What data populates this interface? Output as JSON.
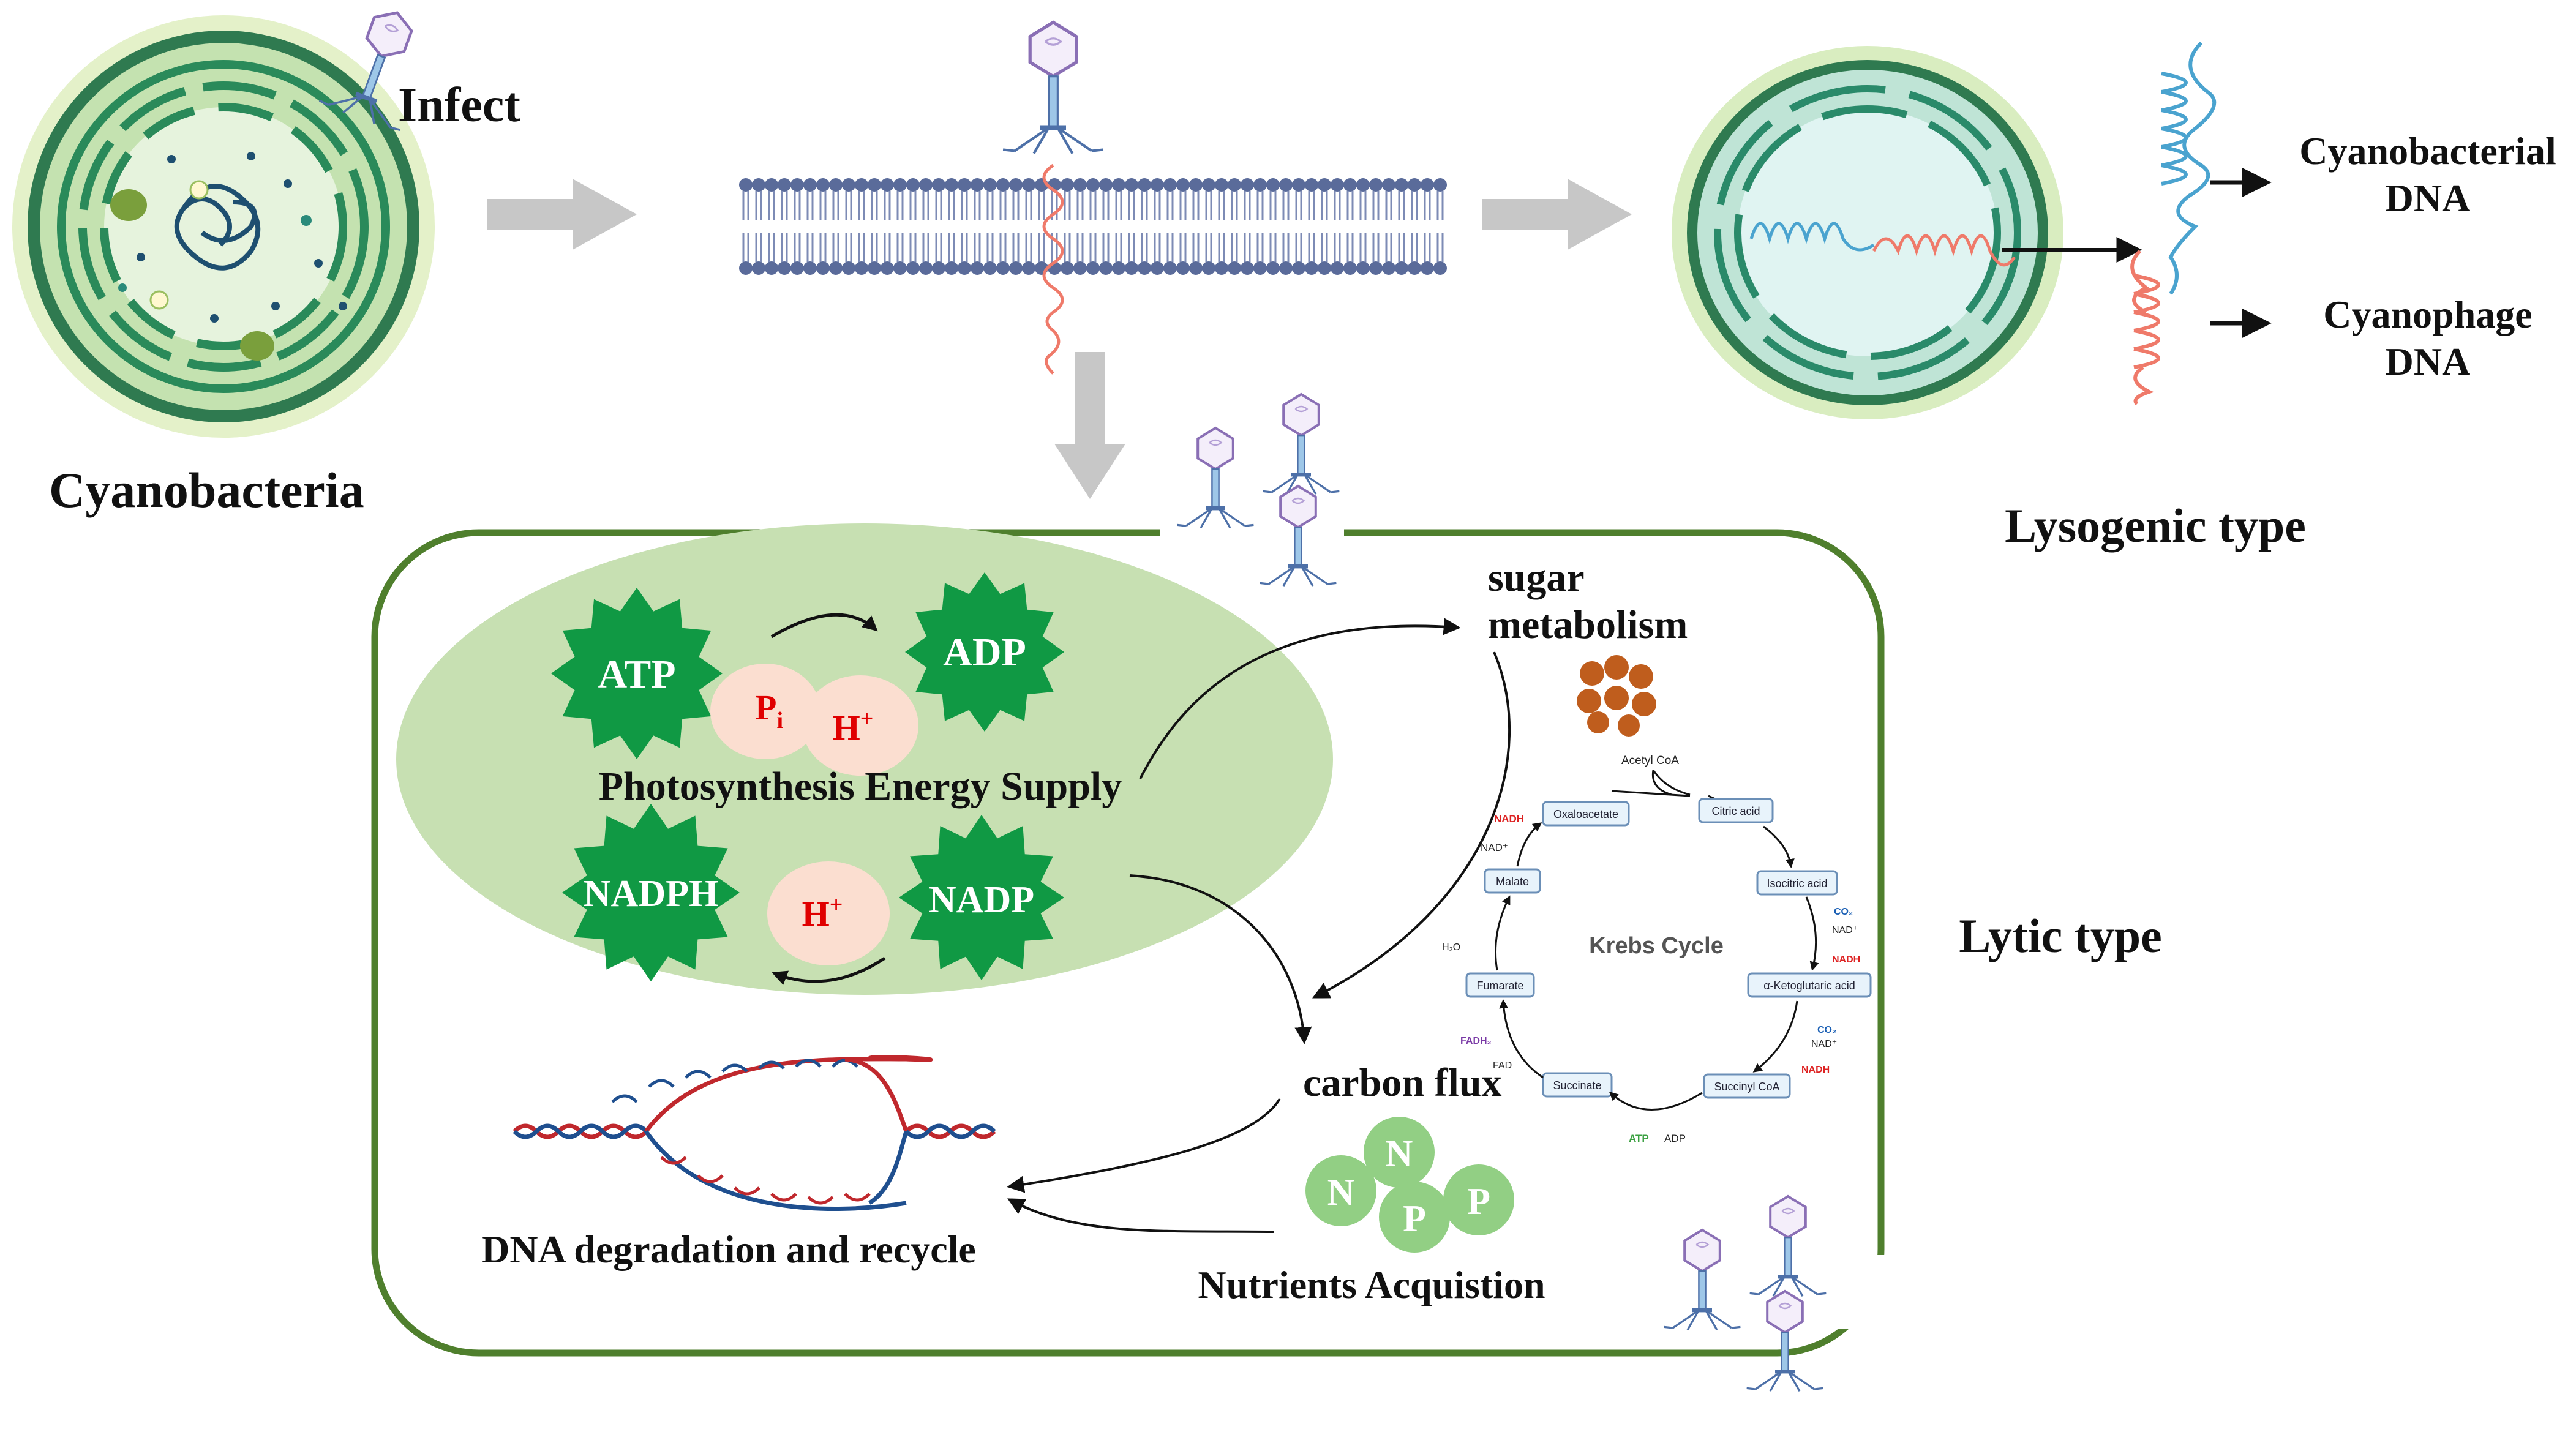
{
  "labels": {
    "infect": "Infect",
    "cyanobacteria": "Cyanobacteria",
    "lysogenic_type": "Lysogenic type",
    "lytic_type": "Lytic type",
    "cyanobacterial_dna_1": "Cyanobacterial",
    "cyanobacterial_dna_2": "DNA",
    "cyanophage_dna_1": "Cyanophage",
    "cyanophage_dna_2": "DNA",
    "sugar_metabolism_1": "sugar",
    "sugar_metabolism_2": "metabolism",
    "carbon_flux": "carbon flux",
    "nutrients": "Nutrients Acquistion",
    "dna_degradation": "DNA degradation and recycle",
    "photosynthesis": "Photosynthesis Energy Supply"
  },
  "energy": {
    "atp": "ATP",
    "adp": "ADP",
    "nadph": "NADPH",
    "nadp": "NADP",
    "pi": "P",
    "pi_sub": "i",
    "h_plus_1": "H",
    "h_plus_2": "H",
    "plus": "+"
  },
  "nutrient_letters": {
    "n1": "N",
    "n2": "N",
    "p1": "P",
    "p2": "P"
  },
  "krebs": {
    "title": "Krebs Cycle",
    "acetyl_coa": "Acetyl CoA",
    "citric_acid": "Citric acid",
    "isocitric_acid": "Isocitric acid",
    "ketoglutaric_acid": "α-Ketoglutaric acid",
    "succinyl_coa": "Succinyl CoA",
    "succinate": "Succinate",
    "fumarate": "Fumarate",
    "malate": "Malate",
    "oxaloacetate": "Oxaloacetate",
    "nadh_1": "NADH",
    "nad_1": "NAD⁺",
    "co2_1": "CO₂",
    "nad_2": "NAD⁺",
    "nadh_2": "NADH",
    "co2_2": "CO₂",
    "nad_3": "NAD⁺",
    "nadh_3": "NADH",
    "atp": "ATP",
    "adp": "ADP",
    "fadh2": "FADH₂",
    "fad": "FAD",
    "h2o": "H₂O"
  },
  "colors": {
    "green_border": "#4f7f2d",
    "oval_fill": "#c7e0b2",
    "star_green": "#109944",
    "pale_pink": "#fbded0",
    "red_text": "#e00000",
    "nutrient_green": "#92cf84",
    "sugar_brown": "#bf5d1d",
    "gray_arrow": "#bdbdbd",
    "membrane_blue": "#5a6b9a",
    "dna_blue": "#4aa3cf",
    "dna_red": "#ef7a6a"
  }
}
